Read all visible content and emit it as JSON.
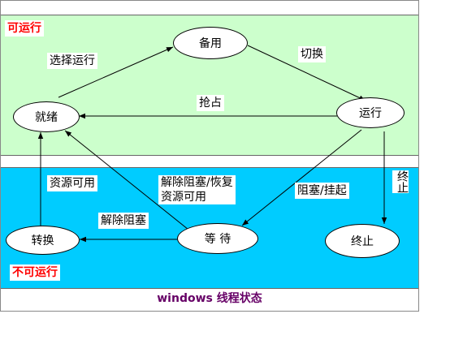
{
  "regions": {
    "runnable": "可运行",
    "not_runnable": "不可运行"
  },
  "nodes": {
    "standby": "备用",
    "ready": "就绪",
    "running": "运行",
    "transition": "转换",
    "waiting": "等 待",
    "terminated": "终止"
  },
  "edges": {
    "select_run": "选择运行",
    "switch": "切换",
    "preempt": "抢占",
    "resource_available": "资源可用",
    "unblock_resume": "解除阻塞/恢复\n资源可用",
    "block_suspend": "阻塞/挂起",
    "unblock": "解除阻塞",
    "terminate": "终止"
  },
  "caption": "windows 线程状态",
  "colors": {
    "runnable_bg": "#ccffcc",
    "not_runnable_bg": "#00ccff",
    "region_label": "#ff0000",
    "caption": "#660066"
  }
}
